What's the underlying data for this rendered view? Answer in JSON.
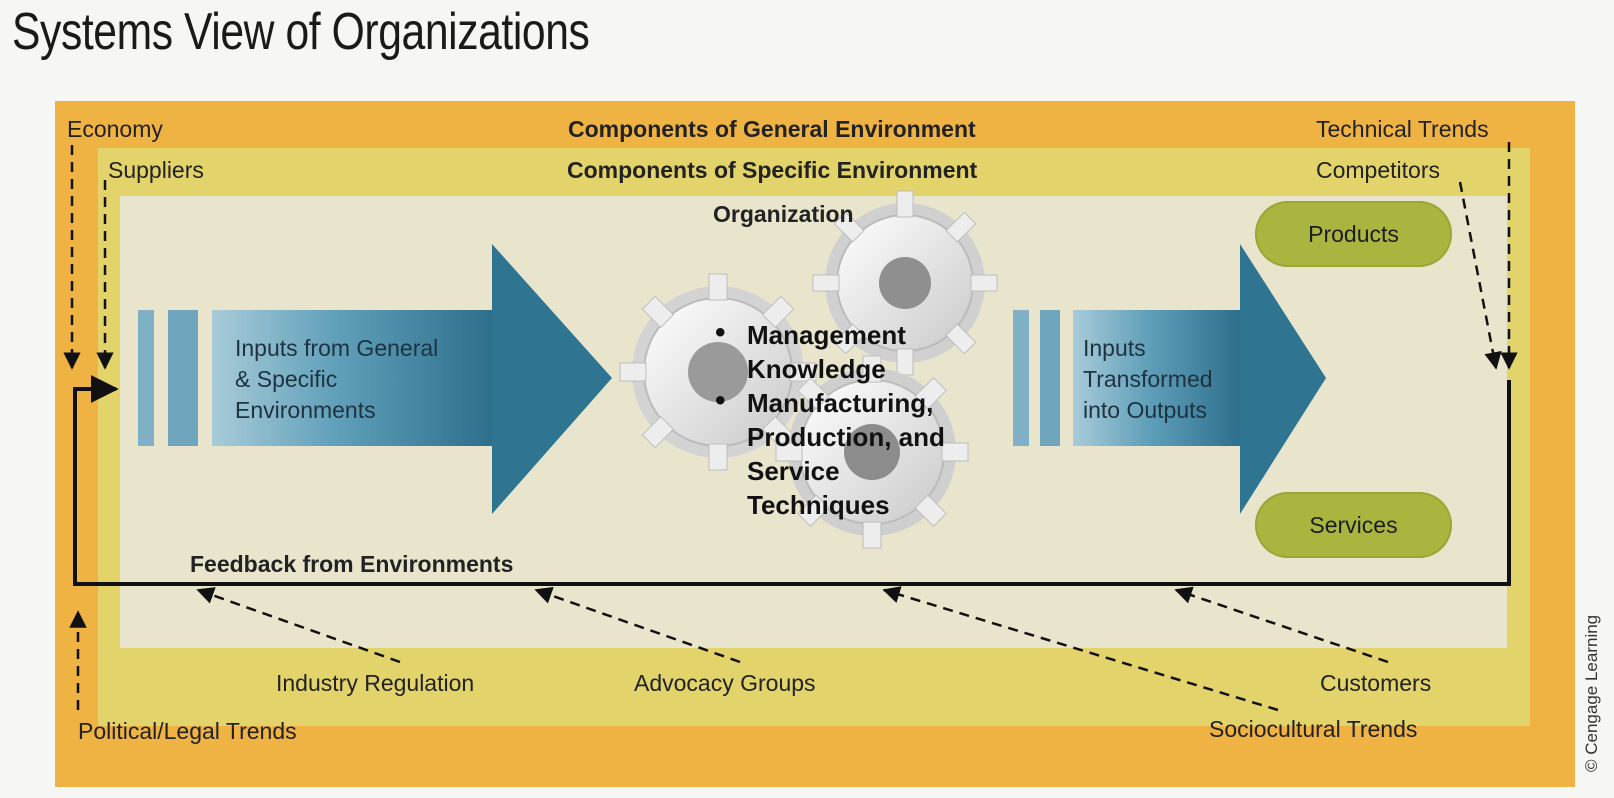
{
  "title": "Systems View of Organizations",
  "general_env": {
    "heading": "Components of General Environment",
    "economy": "Economy",
    "technical_trends": "Technical Trends",
    "political_legal": "Political/Legal Trends",
    "sociocultural": "Sociocultural Trends"
  },
  "specific_env": {
    "heading": "Components of Specific Environment",
    "suppliers": "Suppliers",
    "competitors": "Competitors",
    "industry_regulation": "Industry Regulation",
    "advocacy_groups": "Advocacy Groups",
    "customers": "Customers"
  },
  "organization": {
    "heading": "Organization",
    "bullets": [
      {
        "line1": "Management",
        "line2": "Knowledge"
      },
      {
        "line1": "Manufacturing,",
        "line2": "Production, and",
        "line3": "Service",
        "line4": "Techniques"
      }
    ]
  },
  "inputs_arrow": {
    "line1": "Inputs from General",
    "line2": "& Specific",
    "line3": "Environments"
  },
  "outputs_arrow": {
    "line1": "Inputs",
    "line2": "Transformed",
    "line3": "into Outputs"
  },
  "outputs": {
    "products": "Products",
    "services": "Services"
  },
  "feedback": "Feedback from Environments",
  "credit": "© Cengage Learning",
  "colors": {
    "general_env": "#efb343",
    "specific_env": "#e3d36b",
    "organization_bg": "#e9e5cd",
    "arrow_blue": "#4f93ad",
    "pill_green": "#a9b53f"
  }
}
